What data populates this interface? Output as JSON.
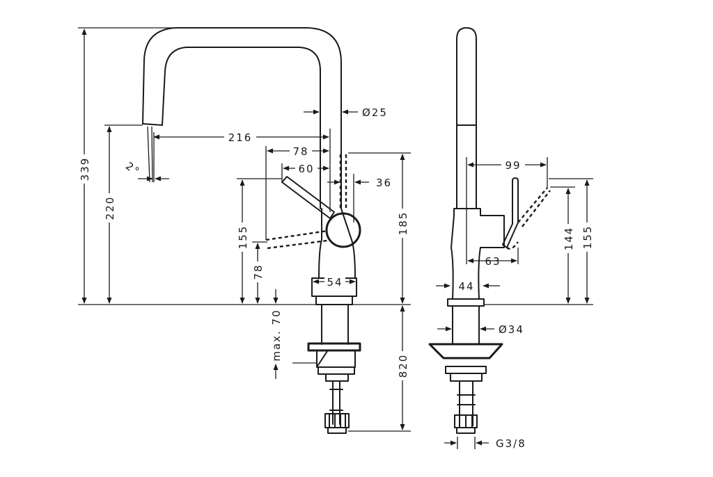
{
  "dimensions": {
    "height_total": "339",
    "spout_height": "220",
    "reach": "216",
    "spout_angle": "2°",
    "lever_reach": "78",
    "lever_offset": "60",
    "lever_height": "155",
    "lever_low": "78",
    "max_counter": "max. 70",
    "spout_dia": "Ø25",
    "handle_gap": "36",
    "body_height": "185",
    "base_width": "54",
    "hose_length": "820",
    "side_reach": "99",
    "side_body": "63",
    "side_neck": "44",
    "shank_dia": "Ø34",
    "thread": "G3/8",
    "side_lever_low": "144",
    "side_lever_high": "155"
  }
}
